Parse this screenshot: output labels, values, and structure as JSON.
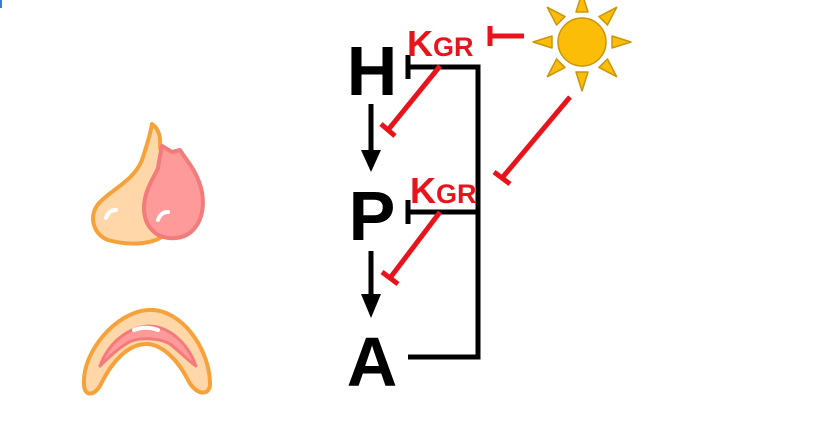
{
  "diagram": {
    "nodes": {
      "hypothalamus": "H",
      "pituitary": "P",
      "adrenal": "A"
    },
    "receptor_labels": [
      {
        "main": "K",
        "sub": "GR"
      },
      {
        "main": "K",
        "sub": "GR"
      }
    ],
    "colors": {
      "axis": "#000000",
      "inhibition": "#e8141b",
      "sun_fill": "#fbbd08",
      "sun_stroke": "#c8960c",
      "gland_outer_fill": "#ffd7a8",
      "gland_outer_stroke": "#f7a13a",
      "gland_inner_fill": "#ff9a9a",
      "gland_inner_stroke": "#f27b7b"
    },
    "icons": [
      "pituitary-gland-icon",
      "adrenal-gland-icon",
      "sun-icon"
    ]
  }
}
